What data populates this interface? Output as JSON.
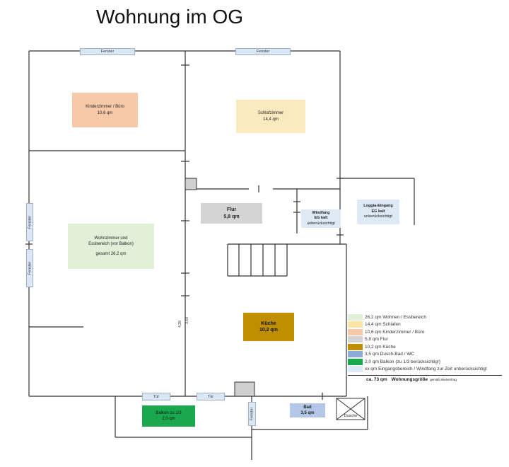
{
  "title": "Wohnung im OG",
  "rooms": {
    "kinder": {
      "name": "Kinderzimmer / Büro",
      "area": "10,6 qm",
      "color": "#f8c9a8"
    },
    "schlaf": {
      "name": "Schlafzimmer",
      "area": "14,4 qm",
      "color": "#fbe9bf"
    },
    "flur": {
      "name": "Flur",
      "area": "5,8 qm",
      "color": "#d4d4d4"
    },
    "wohnen": {
      "name": "Wohnzimmer und",
      "name2": "Essbereich (vor Balkon)",
      "area": "gesamt 26,2 qm",
      "color": "#e2f0d9"
    },
    "windfang": {
      "name": "Windfang",
      "sub": "EG kalt",
      "note": "unberücksichtigt",
      "color": "#dde9f5"
    },
    "loggia": {
      "name": "Loggia-Eingang",
      "sub": "EG kalt",
      "note": "unberücksichtigt",
      "color": "#dde9f5"
    },
    "kueche": {
      "name": "Küche",
      "area": "10,2 qm",
      "color": "#bf8f00"
    },
    "balkon": {
      "name": "Balkon zu 1/3",
      "area": "2,0 qm",
      "color": "#1aa84f"
    },
    "bad": {
      "name": "Bad",
      "area": "3,5 qm",
      "color": "#b4c7e7"
    },
    "dusche": {
      "name": "Dusche"
    }
  },
  "openings": {
    "fenster": "Fenster",
    "tuer": "Tür"
  },
  "dimensions": {
    "d1": "4,28",
    "d2": "3,60"
  },
  "legend": {
    "items": [
      {
        "text": "26,2 qm Wohnen / Essbereich",
        "color": "#e2f0d9"
      },
      {
        "text": "14,4 qm Schlafen",
        "color": "#fbe5a7"
      },
      {
        "text": "10,6 qm Kinderzimmer / Büro",
        "color": "#f8c9a8"
      },
      {
        "text": "5,8 qm Flur",
        "color": "#d4d4d4"
      },
      {
        "text": "10,2 qm Küche",
        "color": "#bf8f00"
      },
      {
        "text": "3,5 qm Dusch-Bad / WC",
        "color": "#8eaadb"
      },
      {
        "text": "2,0 qm Balkon (zu 1/3 berücksichtig!)",
        "color": "#1aa84f"
      },
      {
        "text": "xx qm Eingangsbereich / Windfang zur Zeit unberücksichtigt",
        "color": "#dde9f5"
      }
    ],
    "total_prefix": "ca. 73   qm",
    "total_label": "Wohnungsgröße",
    "total_note": "gemäß Mietvertrag"
  }
}
